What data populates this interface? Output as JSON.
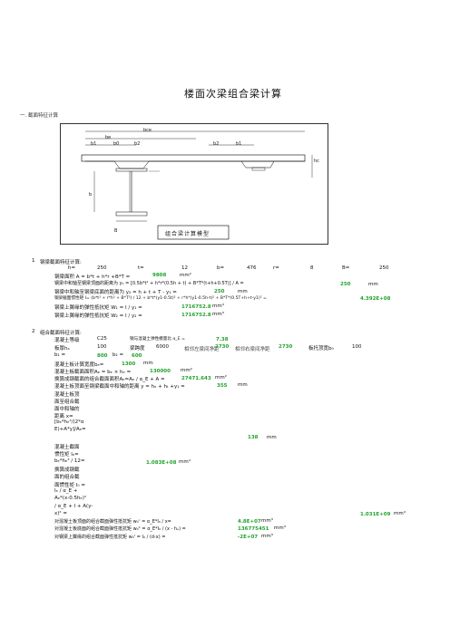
{
  "doc": {
    "title": "楼面次梁组合梁计算",
    "section1": "一. 截面特征计算",
    "diagram_caption": "组合梁计算模型",
    "diagram_labels": {
      "bce": "bce",
      "be": "be",
      "b1": "b1",
      "b0": "b0",
      "b2": "b2",
      "hc": "hc",
      "b": "b",
      "B": "B"
    },
    "part1": {
      "index": "1",
      "heading": "钢梁截面特征计算:",
      "params": [
        {
          "label": "h=",
          "value": "250"
        },
        {
          "label": "t=",
          "value": "12"
        },
        {
          "label": "b=",
          "value": "476"
        },
        {
          "label": "r=",
          "value": "8"
        },
        {
          "label": "B=",
          "value": "250"
        }
      ],
      "area_label": "钢梁面积  A = b*t + h*r +B*T =",
      "area_value": "9808",
      "area_unit": "mm²",
      "y1_label": "钢梁中和轴至钢梁顶面的距离为 y₁ = [0.5b*t² + h*r*(0.5h + t) + B*T*(t+h+0.5T)] / A =",
      "y1_value": "250",
      "y1_unit": "mm",
      "y2_label": "钢梁中和轴至钢梁底面的距离为 y₂ = h + t + T - y₁ =",
      "y2_value": "250",
      "y2_unit": "mm",
      "I_label": "钢梁截面惯性矩 I= (b*t³ + r*h³ + B*T³) / 12 + b*t*(y1-0.5t)² + r*h*(y1-0.5h-t)² + B*T*(0.5T+h+t-y1)² =",
      "I_value": "4.392E+08",
      "w1_label": "钢梁上翼缘的弹性抵抗矩 W₁ = I / y₁ =",
      "w1_value": "1716752.8",
      "w1_unit": "mm³",
      "w2_label": "钢梁上翼缘的弹性抵抗矩 W₂ = I / y₂ =",
      "w2_value": "1716752.8",
      "w2_unit": "mm³"
    },
    "part2": {
      "index": "2",
      "heading": "组合截面特征计算:",
      "concrete_label": "混凝土等级",
      "concrete_grade": "C25",
      "ratio_label": "钢与混凝土弹性模量比 α_E =",
      "ratio_value": "7.38",
      "thick_label": "板厚hₐ",
      "thick_value": "100",
      "span_label": "梁跨度",
      "span_value": "6000",
      "adj_label": "相邻左梁间净距",
      "adj_value": "2730",
      "adj2_label": "相邻右梁间净距",
      "adj2_value": "2730",
      "slab_label": "板托顶宽b₀",
      "slab_value": "100",
      "b1_label": "b₁ =",
      "b1_value": "800",
      "b2_label": "b₂ =",
      "b2_value": "600",
      "be_label": "混凝土板计算宽度bₑ=",
      "be_value": "1300",
      "be_unit": "mm",
      "ac_label": "混凝土板截面面积Aₑ = bₑ × hₑ =",
      "ac_value": "130000",
      "ac_unit": "mm²",
      "eq_label": "换算成钢截面的组合截面面积Aₑ=Aₑ / α_E + A =",
      "eq_value": "27471.643",
      "eq_unit": "mm²",
      "x_label": "混凝土板顶面至钢梁截面中和轴的距离 y = hₑ + hₜ +y₁ =",
      "x_value": "355",
      "x_unit": "mm",
      "stack1": [
        "混凝土板顶",
        "面至组合截",
        "面中和轴的",
        "距离 x=",
        "[bₑ*hₑ²/(2*α",
        "E)+A*y]/Aₑ="
      ],
      "stack1_value": "138",
      "stack1_unit": "mm",
      "stack2": [
        "混凝土截面",
        "惯性矩 Iₑ=",
        "bₑ*hₑ³ / 12="
      ],
      "stack2_value": "1.083E+08",
      "stack2_unit": "mm⁴",
      "stack3": [
        "换算成钢截",
        "面的组合截",
        "面惯性矩 I₀ =",
        "Iₑ / α_E +",
        "Aₑ*(x-0.5hₑ)²",
        "/ α_E + I + A(y-",
        "x)² ="
      ],
      "stack3_value": "1.031E+09",
      "stack3_unit": "mm⁴",
      "w3_label": "对混凝土板顶面的组合截面弹性抵抗矩 w₀ᶜ = α_E*I₀ / x=",
      "w3_value": "4.8E+07",
      "w3_unit": "mm³",
      "w4_label": "对混凝土板底面的组合截面弹性抵抗矩 w₀ᵇ = α_E*I₀ / (x - hₑ) =",
      "w4_value": "136775451",
      "w4_unit": "mm³",
      "w5_label": "对钢梁上翼缘的组合截面弹性抵抗矩 w₀ᵗ = I₀ / (d-x) =",
      "w5_value": "-2E+07",
      "w5_unit": "mm³"
    }
  }
}
